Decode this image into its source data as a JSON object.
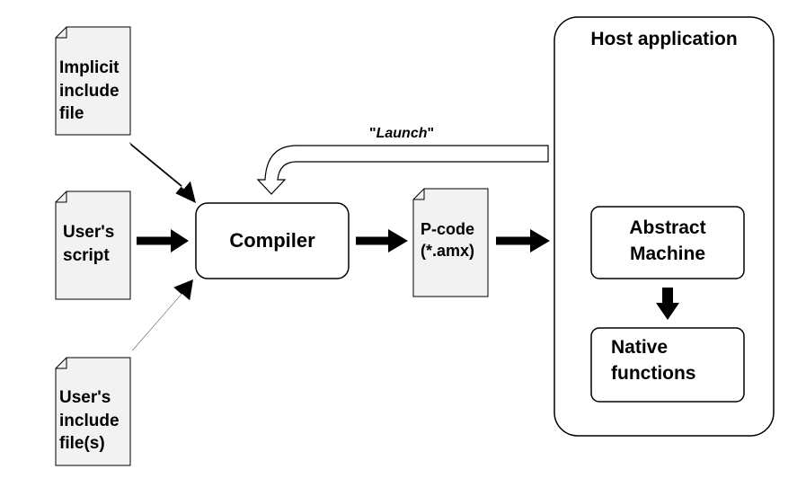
{
  "diagram": {
    "colors": {
      "stroke": "#000000",
      "doc_fill": "#f2f2f2",
      "box_fill": "#ffffff",
      "arrow_fill": "#000000",
      "hollow_arrow_fill": "#ffffff"
    },
    "nodes": {
      "implicit_include_file": "Implicit\ninclude\nfile",
      "users_script": "User's\nscript",
      "users_include_files": "User's\ninclude\nfile(s)",
      "compiler": "Compiler",
      "pcode": "P-code\n(*.amx)",
      "host_application": "Host application",
      "abstract_machine": "Abstract\nMachine",
      "native_functions": "Native\nfunctions"
    },
    "launch": {
      "open_quote": "\"",
      "word": "Launch",
      "close_quote": "\""
    }
  }
}
